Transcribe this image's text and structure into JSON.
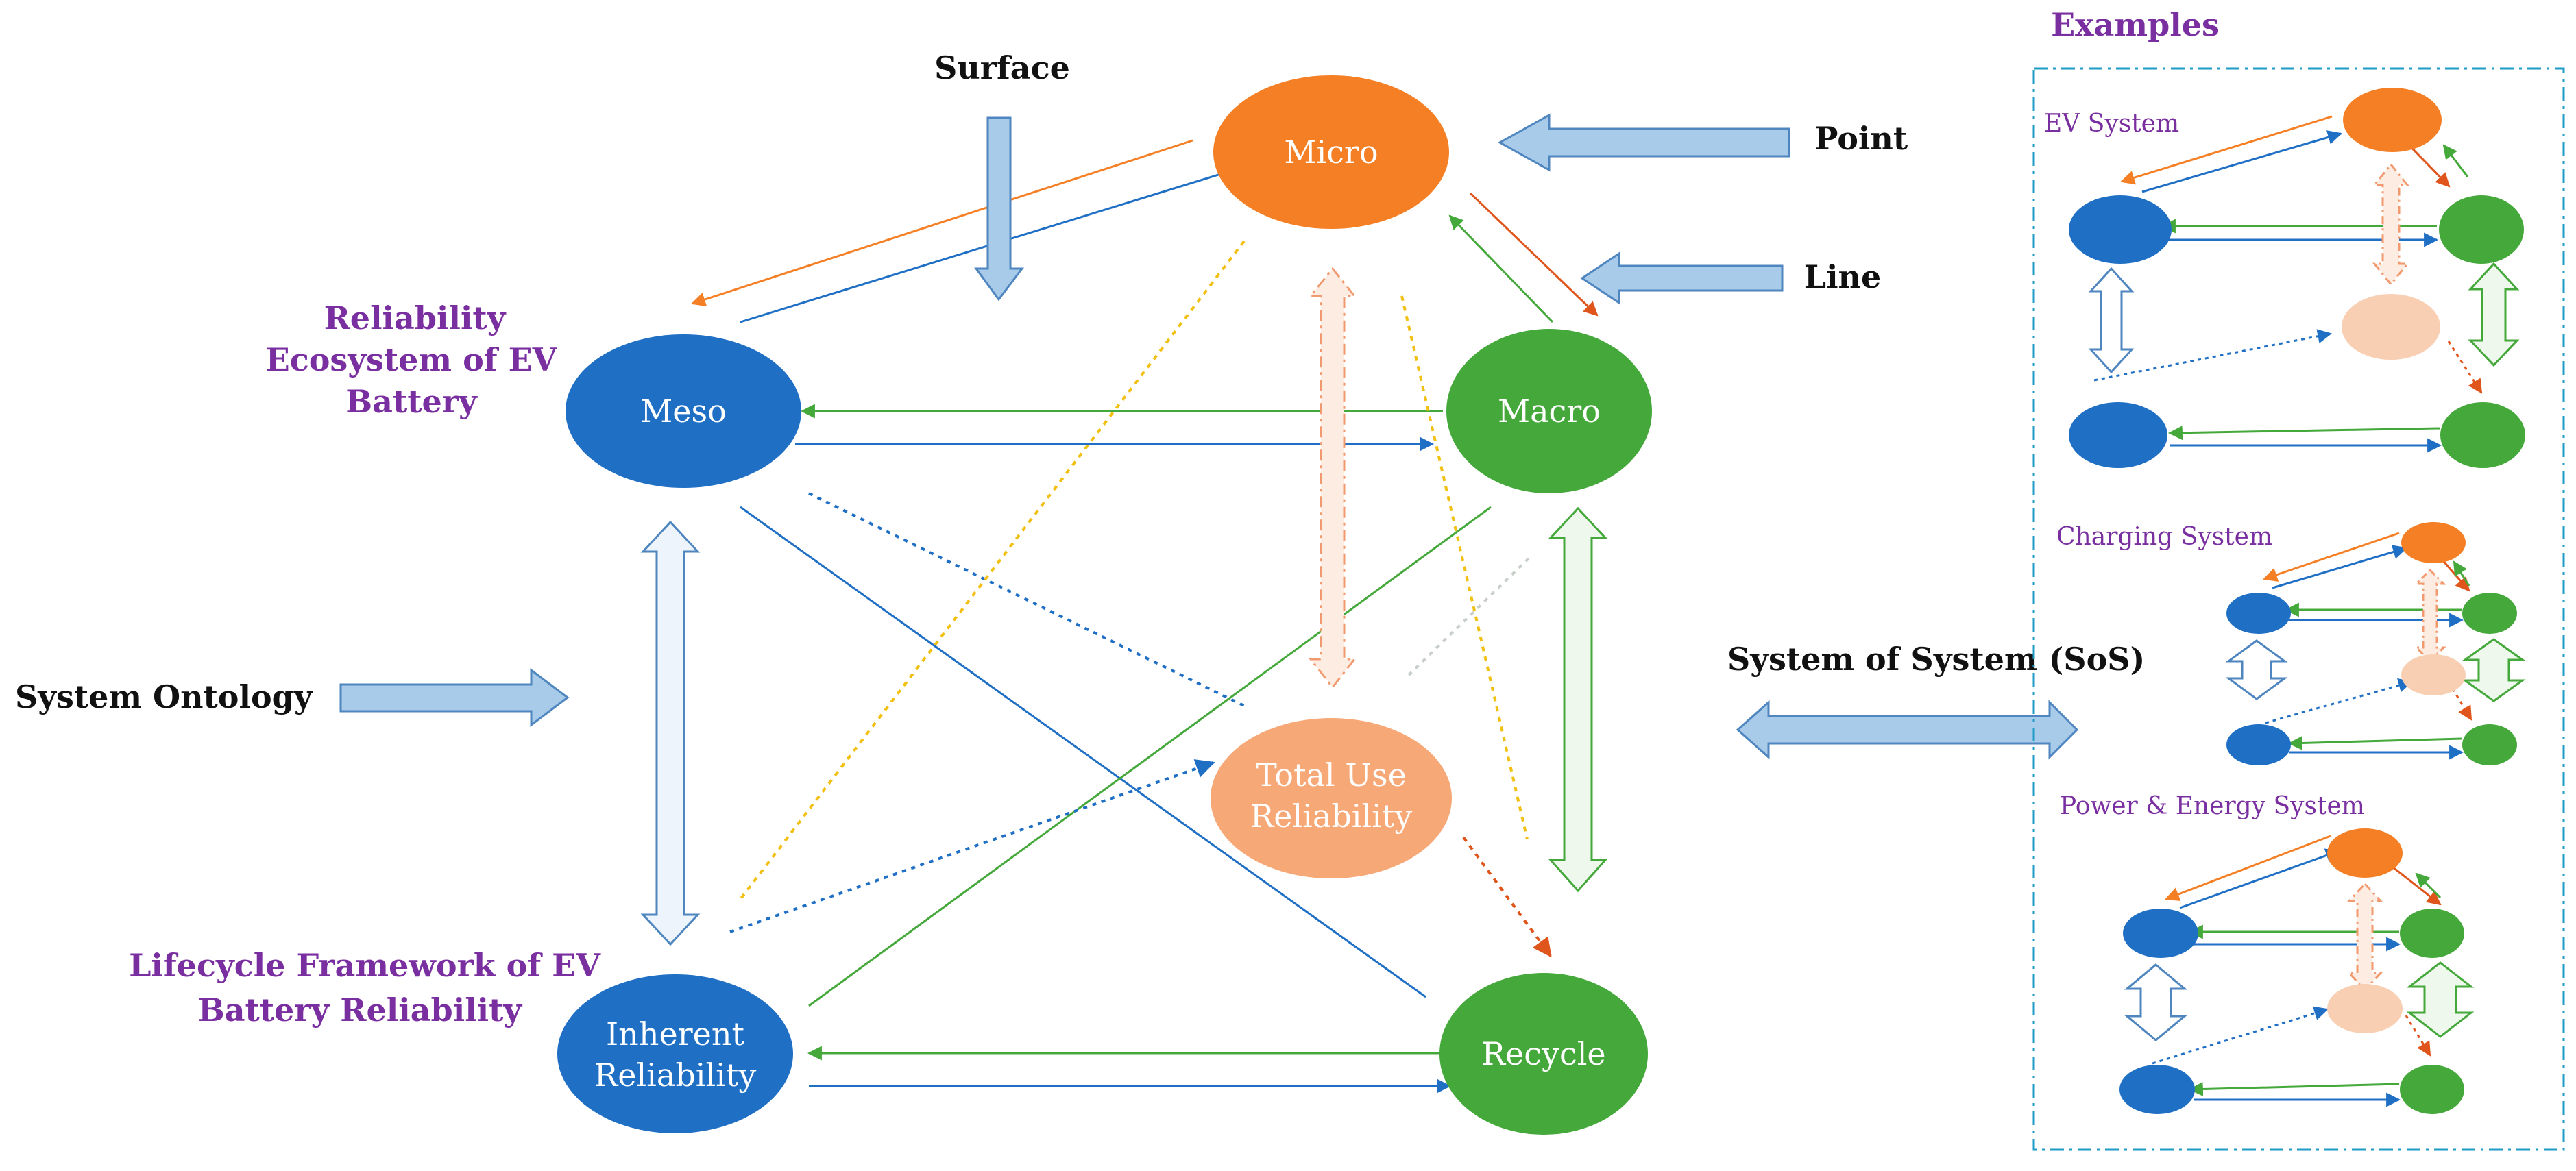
{
  "colors": {
    "blue": "#1f6fc5",
    "green": "#44a83a",
    "orange": "#f57f25",
    "peach": "#f6a877",
    "peach_light": "#f8cfb3",
    "purple": "#7a2fa0",
    "arrow_fill": "#a9cbea",
    "arrow_stroke": "#4f86bf",
    "dotted_yellow": "#f2c012",
    "dashed_box": "#1f9bc7"
  },
  "nodes": {
    "micro": "Micro",
    "meso": "Meso",
    "macro": "Macro",
    "total_use": [
      "Total Use",
      "Reliability"
    ],
    "inherent": [
      "Inherent",
      "Reliability"
    ],
    "recycle": "Recycle"
  },
  "labels": {
    "surface": "Surface",
    "point": "Point",
    "line": "Line",
    "system_ontology": "System Ontology",
    "sos": "System of System (SoS)",
    "reliability_ecosystem": [
      "Reliability",
      "Ecosystem of EV",
      "Battery"
    ],
    "lifecycle_framework": [
      "Lifecycle Framework of EV",
      "Battery Reliability"
    ]
  },
  "examples": {
    "title": "Examples",
    "items": [
      "EV System",
      "Charging System",
      "Power & Energy System"
    ]
  }
}
